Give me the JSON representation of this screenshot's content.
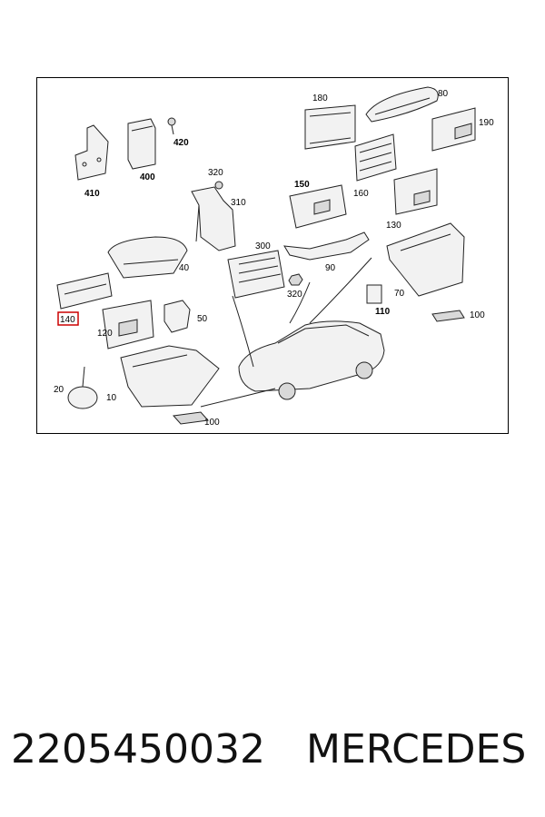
{
  "diagram": {
    "labels": {
      "l180": "180",
      "l80": "80",
      "l190": "190",
      "l420": "420",
      "l400": "400",
      "l410": "410",
      "l320a": "320",
      "l310": "310",
      "l150": "150",
      "l160": "160",
      "l130": "130",
      "l300": "300",
      "l40": "40",
      "l90": "90",
      "l320b": "320",
      "l70": "70",
      "l110": "110",
      "l100a": "100",
      "l140": "140",
      "l120": "120",
      "l50": "50",
      "l20": "20",
      "l10": "10",
      "l100b": "100"
    },
    "highlighted_label": "140",
    "highlight_color": "#cc0000"
  },
  "caption": {
    "part_number": "2205450032",
    "brand": "MERCEDES"
  }
}
